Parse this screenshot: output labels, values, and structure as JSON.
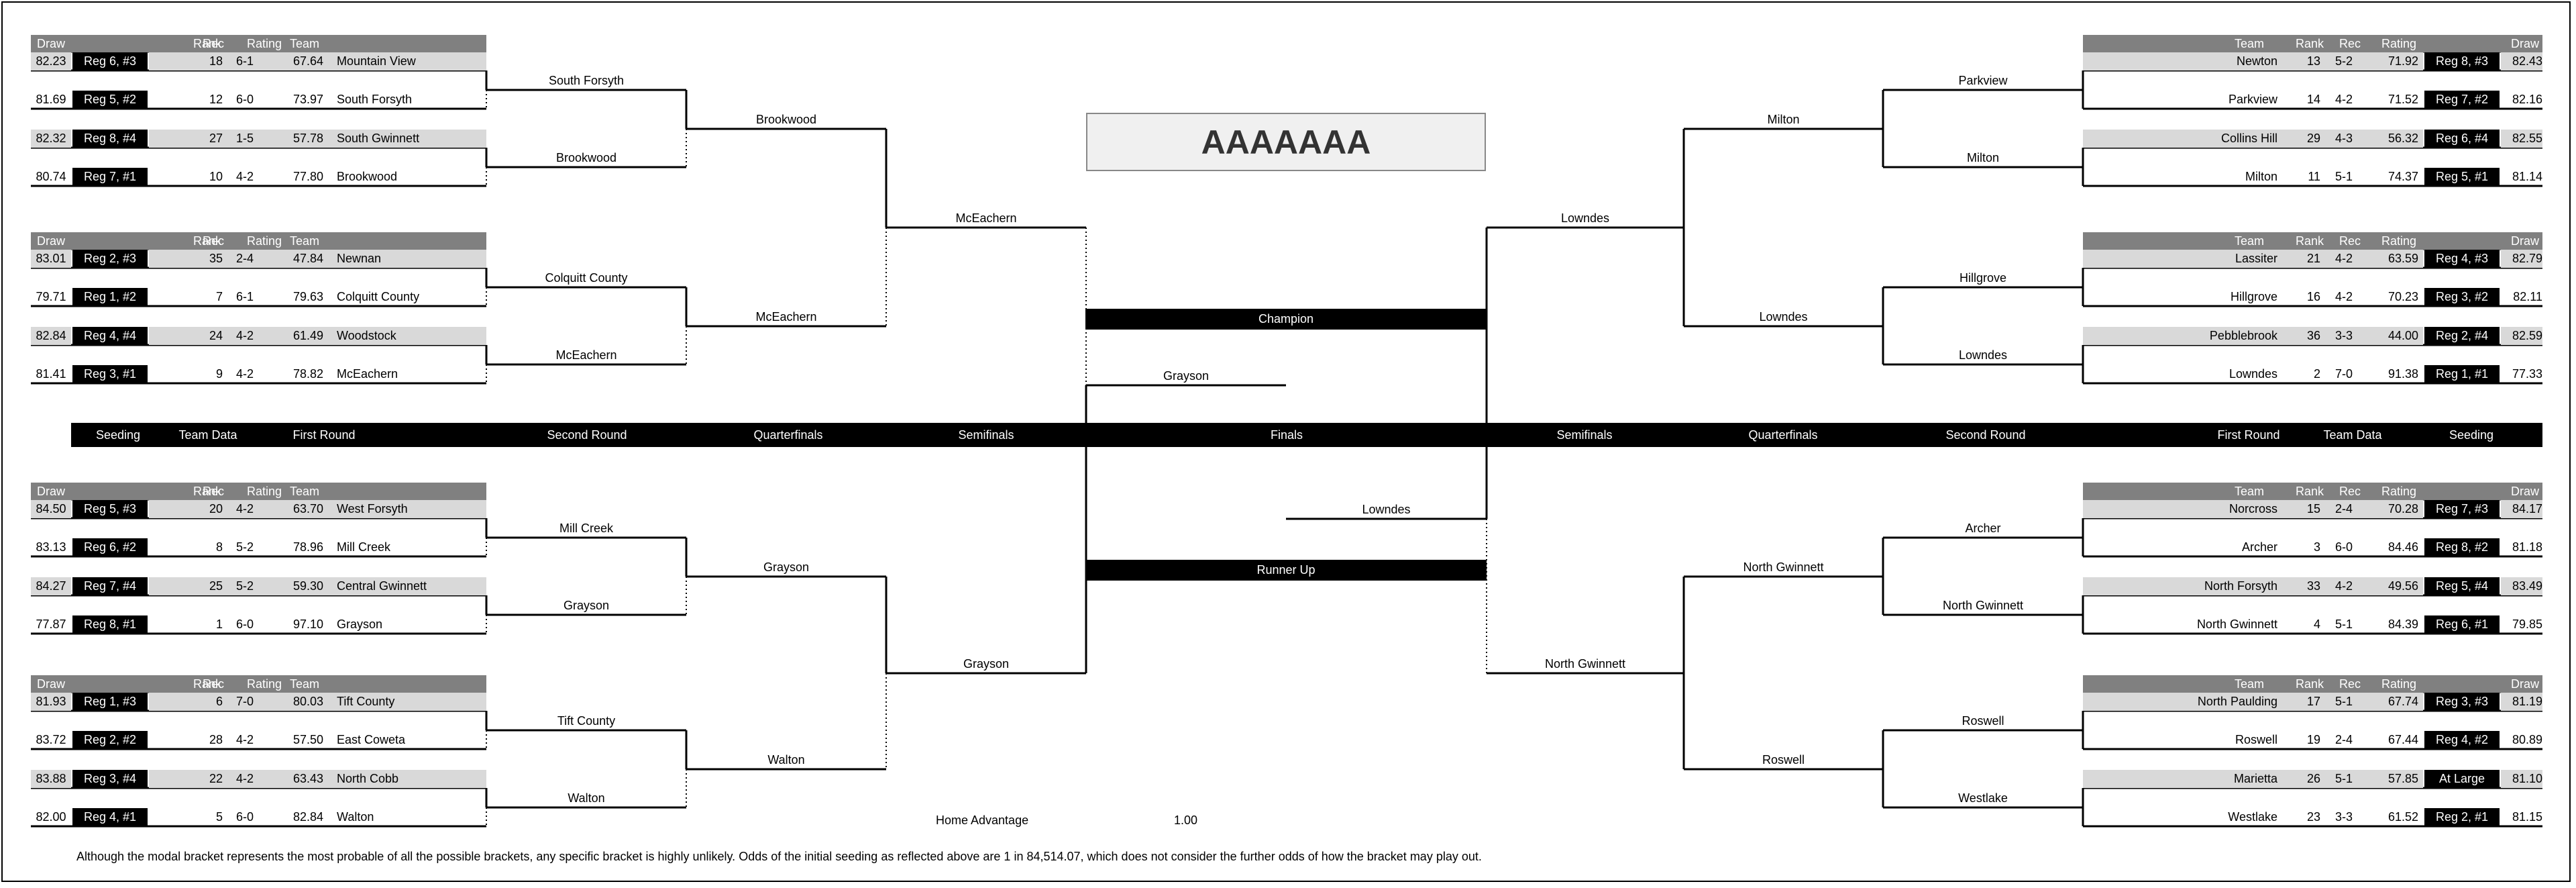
{
  "title": "AAAAAAA",
  "champion_label": "Champion",
  "runner_up_label": "Runner Up",
  "headers": {
    "draw": "Draw",
    "rank": "Rank",
    "rec": "Rec",
    "rating": "Rating",
    "team": "Team"
  },
  "stages_left": [
    "Seeding",
    "Team Data",
    "First Round",
    "Second Round",
    "Quarterfinals",
    "Semifinals"
  ],
  "stage_center": "Finals",
  "stages_right": [
    "Semifinals",
    "Quarterfinals",
    "Second Round",
    "First Round",
    "Team Data",
    "Seeding"
  ],
  "left_groups": [
    [
      {
        "draw": "82.23",
        "seed": "Reg 6, #3",
        "rank": "18",
        "rec": "6-1",
        "rating": "67.64",
        "team": "Mountain View"
      },
      {
        "draw": "81.69",
        "seed": "Reg 5, #2",
        "rank": "12",
        "rec": "6-0",
        "rating": "73.97",
        "team": "South Forsyth"
      },
      {
        "draw": "82.32",
        "seed": "Reg 8, #4",
        "rank": "27",
        "rec": "1-5",
        "rating": "57.78",
        "team": "South Gwinnett"
      },
      {
        "draw": "80.74",
        "seed": "Reg 7, #1",
        "rank": "10",
        "rec": "4-2",
        "rating": "77.80",
        "team": "Brookwood"
      }
    ],
    [
      {
        "draw": "83.01",
        "seed": "Reg 2, #3",
        "rank": "35",
        "rec": "2-4",
        "rating": "47.84",
        "team": "Newnan"
      },
      {
        "draw": "79.71",
        "seed": "Reg 1, #2",
        "rank": "7",
        "rec": "6-1",
        "rating": "79.63",
        "team": "Colquitt County"
      },
      {
        "draw": "82.84",
        "seed": "Reg 4, #4",
        "rank": "24",
        "rec": "4-2",
        "rating": "61.49",
        "team": "Woodstock"
      },
      {
        "draw": "81.41",
        "seed": "Reg 3, #1",
        "rank": "9",
        "rec": "4-2",
        "rating": "78.82",
        "team": "McEachern"
      }
    ],
    [
      {
        "draw": "84.50",
        "seed": "Reg 5, #3",
        "rank": "20",
        "rec": "4-2",
        "rating": "63.70",
        "team": "West Forsyth"
      },
      {
        "draw": "83.13",
        "seed": "Reg 6, #2",
        "rank": "8",
        "rec": "5-2",
        "rating": "78.96",
        "team": "Mill Creek"
      },
      {
        "draw": "84.27",
        "seed": "Reg 7, #4",
        "rank": "25",
        "rec": "5-2",
        "rating": "59.30",
        "team": "Central Gwinnett"
      },
      {
        "draw": "77.87",
        "seed": "Reg 8, #1",
        "rank": "1",
        "rec": "6-0",
        "rating": "97.10",
        "team": "Grayson"
      }
    ],
    [
      {
        "draw": "81.93",
        "seed": "Reg 1, #3",
        "rank": "6",
        "rec": "7-0",
        "rating": "80.03",
        "team": "Tift County"
      },
      {
        "draw": "83.72",
        "seed": "Reg 2, #2",
        "rank": "28",
        "rec": "4-2",
        "rating": "57.50",
        "team": "East Coweta"
      },
      {
        "draw": "83.88",
        "seed": "Reg 3, #4",
        "rank": "22",
        "rec": "4-2",
        "rating": "63.43",
        "team": "North Cobb"
      },
      {
        "draw": "82.00",
        "seed": "Reg 4, #1",
        "rank": "5",
        "rec": "6-0",
        "rating": "82.84",
        "team": "Walton"
      }
    ]
  ],
  "right_groups": [
    [
      {
        "team": "Newton",
        "rank": "13",
        "rec": "5-2",
        "rating": "71.92",
        "seed": "Reg 8, #3",
        "draw": "82.43"
      },
      {
        "team": "Parkview",
        "rank": "14",
        "rec": "4-2",
        "rating": "71.52",
        "seed": "Reg 7, #2",
        "draw": "82.16"
      },
      {
        "team": "Collins Hill",
        "rank": "29",
        "rec": "4-3",
        "rating": "56.32",
        "seed": "Reg 6, #4",
        "draw": "82.55"
      },
      {
        "team": "Milton",
        "rank": "11",
        "rec": "5-1",
        "rating": "74.37",
        "seed": "Reg 5, #1",
        "draw": "81.14"
      }
    ],
    [
      {
        "team": "Lassiter",
        "rank": "21",
        "rec": "4-2",
        "rating": "63.59",
        "seed": "Reg 4, #3",
        "draw": "82.79"
      },
      {
        "team": "Hillgrove",
        "rank": "16",
        "rec": "4-2",
        "rating": "70.23",
        "seed": "Reg 3, #2",
        "draw": "82.11"
      },
      {
        "team": "Pebblebrook",
        "rank": "36",
        "rec": "3-3",
        "rating": "44.00",
        "seed": "Reg 2, #4",
        "draw": "82.59"
      },
      {
        "team": "Lowndes",
        "rank": "2",
        "rec": "7-0",
        "rating": "91.38",
        "seed": "Reg 1, #1",
        "draw": "77.33"
      }
    ],
    [
      {
        "team": "Norcross",
        "rank": "15",
        "rec": "2-4",
        "rating": "70.28",
        "seed": "Reg 7, #3",
        "draw": "84.17"
      },
      {
        "team": "Archer",
        "rank": "3",
        "rec": "6-0",
        "rating": "84.46",
        "seed": "Reg 8, #2",
        "draw": "81.18"
      },
      {
        "team": "North Forsyth",
        "rank": "33",
        "rec": "4-2",
        "rating": "49.56",
        "seed": "Reg 5, #4",
        "draw": "83.49"
      },
      {
        "team": "North Gwinnett",
        "rank": "4",
        "rec": "5-1",
        "rating": "84.39",
        "seed": "Reg 6, #1",
        "draw": "79.85"
      }
    ],
    [
      {
        "team": "North Paulding",
        "rank": "17",
        "rec": "5-1",
        "rating": "67.74",
        "seed": "Reg 3, #3",
        "draw": "81.19"
      },
      {
        "team": "Roswell",
        "rank": "19",
        "rec": "2-4",
        "rating": "67.44",
        "seed": "Reg 4, #2",
        "draw": "80.89"
      },
      {
        "team": "Marietta",
        "rank": "26",
        "rec": "5-1",
        "rating": "57.85",
        "seed": "At Large",
        "draw": "81.10"
      },
      {
        "team": "Westlake",
        "rank": "23",
        "rec": "3-3",
        "rating": "61.52",
        "seed": "Reg 2, #1",
        "draw": "81.15"
      }
    ]
  ],
  "winners": {
    "left_second_round": [
      "South Forsyth",
      "Brookwood",
      "Colquitt County",
      "McEachern",
      "Mill Creek",
      "Grayson",
      "Tift County",
      "Walton"
    ],
    "left_quarterfinals": [
      "Brookwood",
      "McEachern",
      "Grayson",
      "Walton"
    ],
    "left_semifinals": [
      "McEachern",
      "Grayson"
    ],
    "left_finalist": "Grayson",
    "right_second_round": [
      "Parkview",
      "Milton",
      "Hillgrove",
      "Lowndes",
      "Archer",
      "North Gwinnett",
      "Roswell",
      "Westlake"
    ],
    "right_quarterfinals": [
      "Milton",
      "Lowndes",
      "North Gwinnett",
      "Roswell"
    ],
    "right_semifinals": [
      "Lowndes",
      "North Gwinnett"
    ],
    "right_finalist": "Lowndes"
  },
  "home_advantage": {
    "label": "Home Advantage",
    "value": "1.00"
  },
  "footnote": "Although the modal bracket represents the most probable of all the possible brackets, any specific bracket is highly unlikely.  Odds of the initial seeding as reflected above are 1 in 84,514.07, which does not consider the further odds of how the bracket may play out."
}
